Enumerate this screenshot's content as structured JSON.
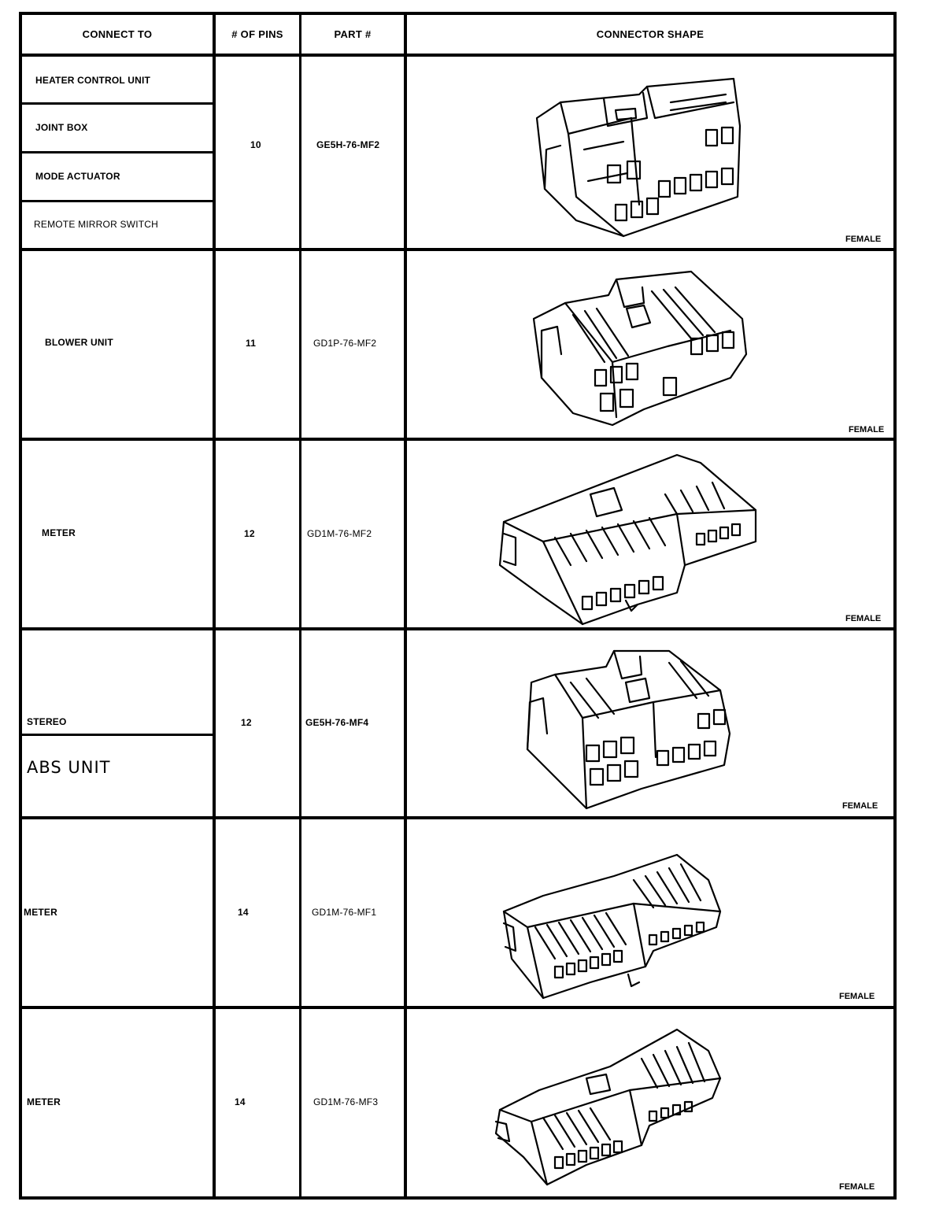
{
  "table": {
    "headers": {
      "connect_to": "CONNECT TO",
      "pins": "# OF PINS",
      "part": "PART #",
      "shape": "CONNECTOR SHAPE"
    },
    "rows": [
      {
        "connect_to": [
          "HEATER CONTROL UNIT",
          "JOINT BOX",
          "MODE ACTUATOR",
          "REMOTE MIRROR SWITCH"
        ],
        "pins": "10",
        "part": "GE5H-76-MF2",
        "gender": "FEMALE",
        "icon": "connector-10-pin-icon"
      },
      {
        "connect_to": [
          "BLOWER UNIT"
        ],
        "pins": "11",
        "part": "GD1P-76-MF2",
        "gender": "FEMALE",
        "icon": "connector-11-pin-icon"
      },
      {
        "connect_to": [
          "METER"
        ],
        "pins": "12",
        "part": "GD1M-76-MF2",
        "gender": "FEMALE",
        "icon": "connector-12-pin-icon"
      },
      {
        "connect_to": [
          "STEREO",
          "ABS UNIT"
        ],
        "pins": "12",
        "part": "GE5H-76-MF4",
        "gender": "FEMALE",
        "icon": "connector-12-pin-icon"
      },
      {
        "connect_to": [
          "METER"
        ],
        "pins": "14",
        "part": "GD1M-76-MF1",
        "gender": "FEMALE",
        "icon": "connector-14-pin-icon"
      },
      {
        "connect_to": [
          "METER"
        ],
        "pins": "14",
        "part": "GD1M-76-MF3",
        "gender": "FEMALE",
        "icon": "connector-14-pin-icon"
      }
    ]
  }
}
